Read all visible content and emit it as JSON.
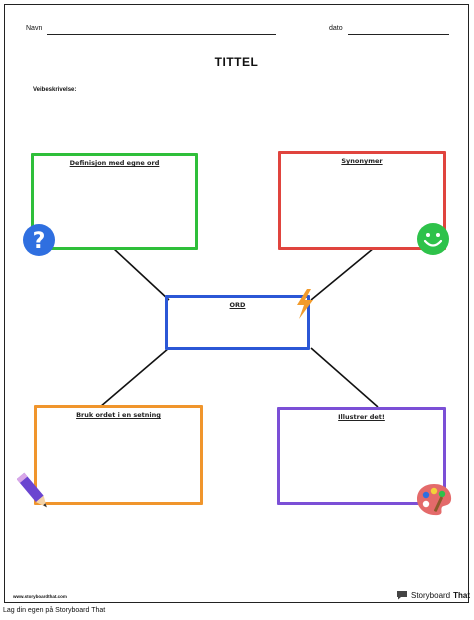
{
  "header": {
    "name_label": "Navn",
    "date_label": "dato"
  },
  "title": "TITTEL",
  "description_label": "Veibeskrivelse:",
  "center_box": {
    "label": "ORD",
    "color": "#2b57d6"
  },
  "boxes": [
    {
      "label": "Definisjon med egne ord",
      "color": "#2fbf3a",
      "icon": "question-icon"
    },
    {
      "label": "Synonymer",
      "color": "#e0443e",
      "icon": "smiley-icon"
    },
    {
      "label": "Bruk ordet i en setning",
      "color": "#f0952c",
      "icon": "pencil-icon"
    },
    {
      "label": "Illustrer det!",
      "color": "#7b4fd6",
      "icon": "palette-icon"
    }
  ],
  "footer": {
    "url": "www.storyboardthat.com",
    "brand_light": "Storyboard",
    "brand_bold": "That"
  },
  "caption": "Lag din egen på Storyboard That"
}
